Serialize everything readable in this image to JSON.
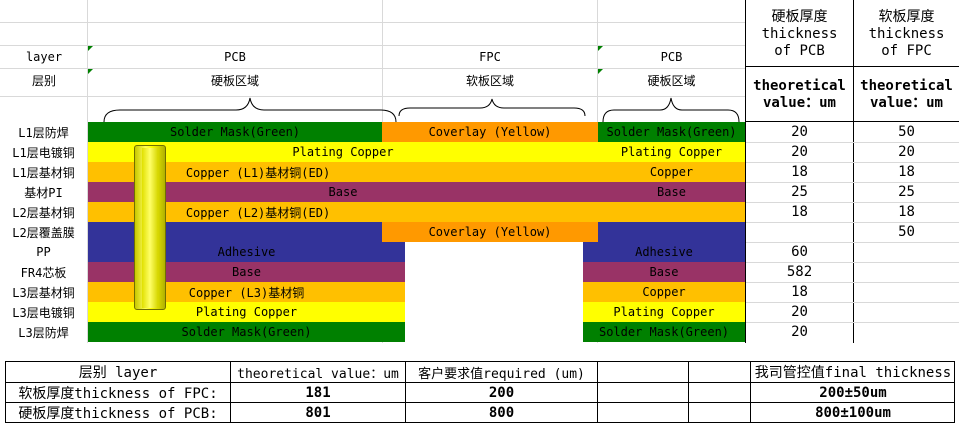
{
  "header": {
    "layer": "layer",
    "layer_cn": "层别",
    "pcb": "PCB",
    "fpc": "FPC",
    "pcb_right": "PCB",
    "rigid_zone": "硬板区域",
    "flex_zone": "软板区域",
    "flex_zone_right": "硬板区域",
    "rigid_thickness": [
      "硬板厚度",
      "thickness",
      "of PCB"
    ],
    "flex_thickness": [
      "软板厚度",
      "thickness",
      "of FPC"
    ],
    "theoretical": [
      "theoretical",
      "value：um"
    ]
  },
  "layers": [
    {
      "name": "L1层防焊",
      "left": "Solder Mask(Green)",
      "mid": "Coverlay (Yellow)",
      "right": "Solder Mask(Green)",
      "pcb": "20",
      "fpc": "50"
    },
    {
      "name": "L1层电镀铜",
      "left": "Plating Copper",
      "mid": "",
      "right": "Plating Copper",
      "pcb": "20",
      "fpc": "20"
    },
    {
      "name": "L1层基材铜",
      "left": "Copper (L1)基材铜(ED)",
      "mid": "",
      "right": "Copper",
      "pcb": "18",
      "fpc": "18"
    },
    {
      "name": "基材PI",
      "left": "Base",
      "mid": "",
      "right": "Base",
      "pcb": "25",
      "fpc": "25"
    },
    {
      "name": "L2层基材铜",
      "left": "Copper (L2)基材铜(ED)",
      "mid": "",
      "right": "",
      "pcb": "18",
      "fpc": "18"
    },
    {
      "name": "L2层覆盖膜",
      "left": "",
      "mid": "Coverlay (Yellow)",
      "right": "",
      "pcb": "",
      "fpc": "50"
    },
    {
      "name": "PP",
      "left": "Adhesive",
      "mid": "",
      "right": "Adhesive",
      "pcb": "60",
      "fpc": ""
    },
    {
      "name": "FR4芯板",
      "left": "Base",
      "mid": "",
      "right": "Base",
      "pcb": "582",
      "fpc": ""
    },
    {
      "name": "L3层基材铜",
      "left": "Copper (L3)基材铜",
      "mid": "",
      "right": "Copper",
      "pcb": "18",
      "fpc": ""
    },
    {
      "name": "L3层电镀铜",
      "left": "Plating Copper",
      "mid": "",
      "right": "Plating Copper",
      "pcb": "20",
      "fpc": ""
    },
    {
      "name": "L3层防焊",
      "left": "Solder Mask(Green)",
      "mid": "",
      "right": "Solder Mask(Green)",
      "pcb": "20",
      "fpc": ""
    }
  ],
  "summary": {
    "headers": [
      "层别 layer",
      "theoretical value：um",
      "客户要求值required (um)",
      "我司管控值final thickness"
    ],
    "rows": [
      {
        "label": "软板厚度thickness of FPC:",
        "theoretical": "181",
        "required": "200",
        "final": "200±50um"
      },
      {
        "label": "硬板厚度thickness of PCB:",
        "theoretical": "801",
        "required": "800",
        "final": "800±100um"
      }
    ]
  },
  "colors": {
    "solder_mask": "#008000",
    "plating": "#ffff00",
    "copper": "#ffc000",
    "base": "#993366",
    "adhesive": "#333399",
    "coverlay": "#ff9900"
  }
}
